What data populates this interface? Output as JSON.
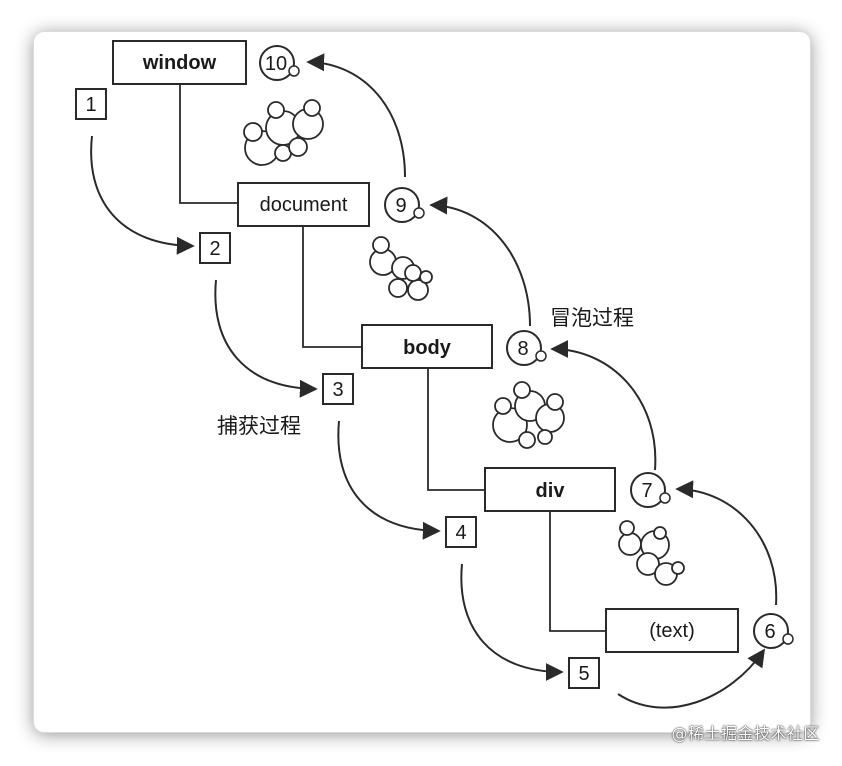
{
  "nodes": {
    "window": "window",
    "document": "document",
    "body": "body",
    "div": "div",
    "text": "(text)"
  },
  "capture_steps": [
    "1",
    "2",
    "3",
    "4",
    "5"
  ],
  "bubble_steps": [
    "6",
    "7",
    "8",
    "9",
    "10"
  ],
  "labels": {
    "capture": "捕获过程",
    "bubble": "冒泡过程"
  },
  "watermark": "@稀土掘金技术社区"
}
